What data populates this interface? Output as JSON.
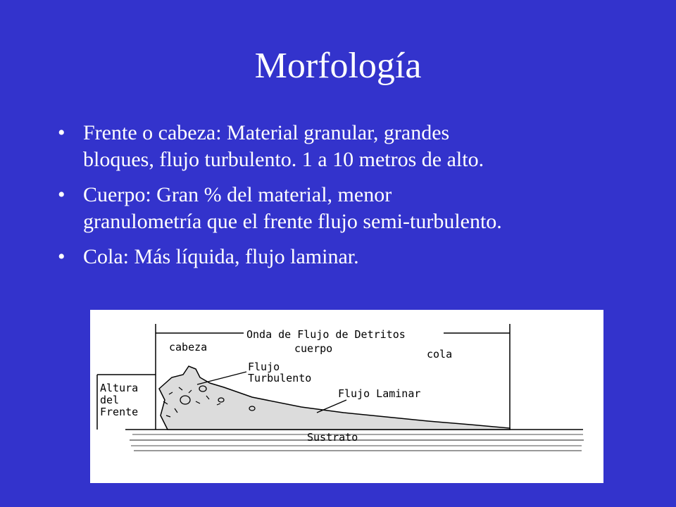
{
  "slide": {
    "title": "Morfología",
    "bullets": [
      {
        "line1": "Frente o cabeza: Material granular, grandes",
        "line2": "bloques, flujo turbulento. 1 a 10 metros de alto."
      },
      {
        "line1": "Cuerpo: Gran % del material, menor",
        "line2": "granulometría que el frente flujo semi-turbulento."
      },
      {
        "line1": "Cola: Más líquida, flujo laminar.",
        "line2": ""
      }
    ],
    "bullet_glyph": "•"
  },
  "diagram": {
    "title": "Onda de Flujo de Detritos",
    "head": "cabeza",
    "body": "cuerpo",
    "tail": "cola",
    "turbulent_l1": "Flujo",
    "turbulent_l2": "Turbulento",
    "laminar": "Flujo Laminar",
    "height_l1": "Altura",
    "height_l2": "del",
    "height_l3": "Frente",
    "substrate": "Sustrato"
  },
  "colors": {
    "background": "#3333cc",
    "text": "#ffffff",
    "figure_bg": "#ffffff",
    "ink": "#000000"
  }
}
